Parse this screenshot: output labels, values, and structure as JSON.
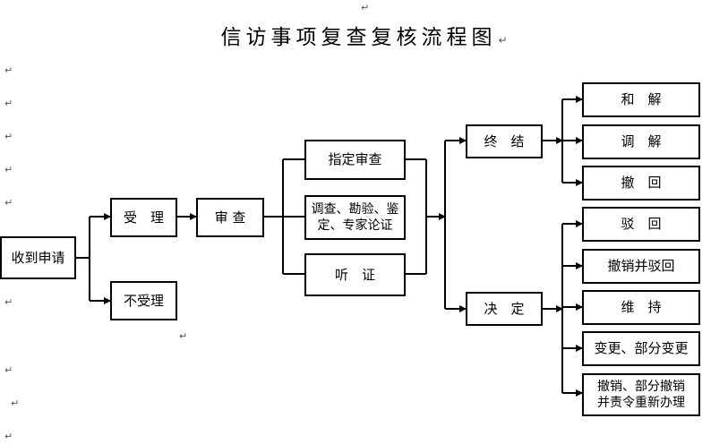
{
  "title": "信访事项复查复核流程图",
  "paragraph_mark": "↵",
  "nodes": {
    "receive": "收到申请",
    "accept": "受　理",
    "not_accept": "不受理",
    "review": "审 查",
    "designated_review": "指定审查",
    "investigation": "调查、勘验、鉴\n定、专家论证",
    "hearing": "听　证",
    "conclusion": "终　结",
    "decision": "决　定",
    "reconcile": "和　解",
    "mediate": "调　解",
    "withdraw": "撤　回",
    "reject": "驳　回",
    "revoke_reject": "撤销并驳回",
    "maintain": "维　持",
    "change": "变更、部分变更",
    "revoke_redo": "撤销、部分撤销\n并责令重新办理"
  }
}
